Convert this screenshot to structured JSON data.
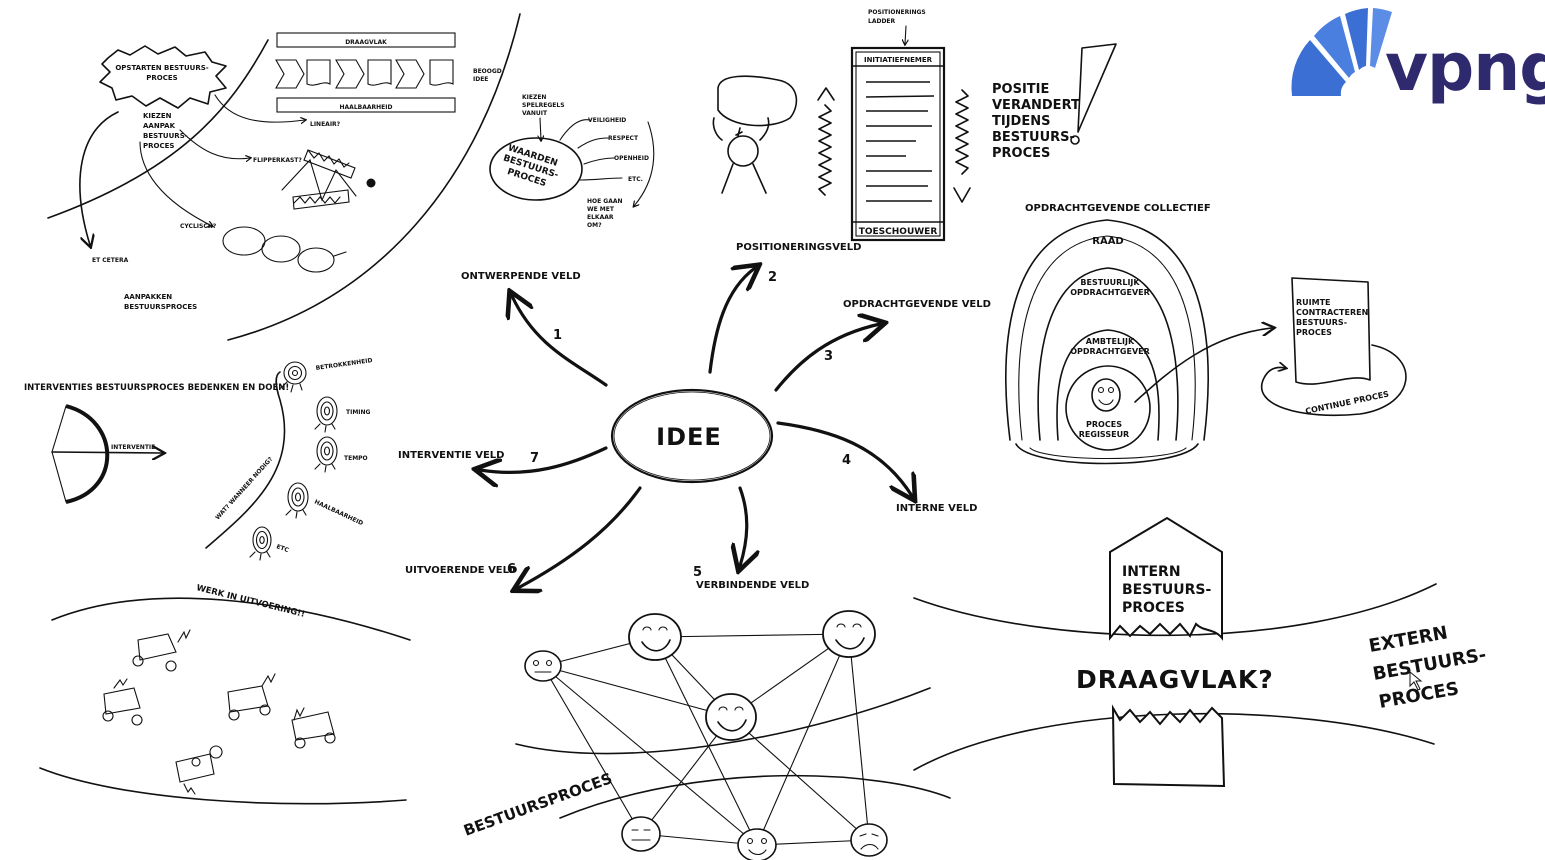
{
  "logo": {
    "text": "vpng",
    "color": "#2f2a6e",
    "accent": "#3b6fd4"
  },
  "center": {
    "label": "IDEE"
  },
  "fields": [
    {
      "num": "1",
      "label": "ONTWERPENDE VELD"
    },
    {
      "num": "2",
      "label": "POSITIONERINGSVELD"
    },
    {
      "num": "3",
      "label": "OPDRACHTGEVENDE VELD"
    },
    {
      "num": "4",
      "label": "INTERNE VELD"
    },
    {
      "num": "5",
      "label": "VERBINDENDE VELD"
    },
    {
      "num": "6",
      "label": "UITVOERENDE VELD"
    },
    {
      "num": "7",
      "label": "INTERVENTIE VELD"
    }
  ],
  "design": {
    "start": [
      "OPSTARTEN BESTUURS-",
      "PROCES"
    ],
    "choose": [
      "KIEZEN",
      "AANPAK",
      "BESTUURS-",
      "PROCES"
    ],
    "draagvlak": "DRAAGVLAK",
    "haalbaarheid": "HAALBAARHEID",
    "beoogd": [
      "BEOOGD",
      "IDEE"
    ],
    "lineair": "LINEAIR?",
    "flipperkast": "FLIPPERKAST?",
    "cyclisch": "CYCLISCH?",
    "etcetera": "ET CETERA",
    "aanpakken": [
      "AANPAKKEN",
      "BESTUURSPROCES"
    ]
  },
  "values": {
    "kiezen": [
      "KIEZEN",
      "SPELREGELS",
      "VANUIT"
    ],
    "oval": [
      "WAARDEN",
      "BESTUURS-",
      "PROCES"
    ],
    "items": [
      "VEILIGHEID",
      "RESPECT",
      "OPENHEID",
      "ETC."
    ],
    "hoe": [
      "HOE GAAN",
      "WE MET",
      "ELKAAR",
      "OM?"
    ]
  },
  "position": {
    "ladder_title": [
      "POSITIONERINGS",
      "LADDER"
    ],
    "top": "INITIATIEFNEMER",
    "bottom": "TOESCHOUWER",
    "side": [
      "POSITIE",
      "VERANDERT",
      "TIJDENS",
      "BESTUURS-",
      "PROCES"
    ]
  },
  "commission": {
    "title": "OPDRACHTGEVENDE COLLECTIEF",
    "raad": "RAAD",
    "bestuurlijk": [
      "BESTUURLIJK",
      "OPDRACHTGEVER"
    ],
    "ambtelijk": [
      "AMBTELIJK",
      "OPDRACHTGEVER"
    ],
    "regisseur": [
      "PROCES",
      "REGISSEUR"
    ],
    "ruimte": [
      "RUIMTE",
      "CONTRACTEREN",
      "BESTUURS-",
      "PROCES"
    ],
    "continue": "CONTINUE PROCES"
  },
  "intervention": {
    "title": "INTERVENTIES BESTUURSPROCES BEDENKEN EN DOEN!",
    "arrow": "INTERVENTIE",
    "curve": "WAT? WANNEER NODIG?",
    "targets": [
      "BETROKKENHEID",
      "TIMING",
      "TEMPO",
      "HAALBAARHEID",
      "ETC"
    ]
  },
  "execution": {
    "title": "WERK IN UITVOERING!!"
  },
  "connecting": {
    "label": "BESTUURSPROCES"
  },
  "internal": {
    "house": [
      "INTERN",
      "BESTUURS-",
      "PROCES"
    ],
    "draagvlak": "DRAAGVLAK?",
    "extern": [
      "EXTERN",
      "BESTUURS-",
      "PROCES"
    ]
  }
}
